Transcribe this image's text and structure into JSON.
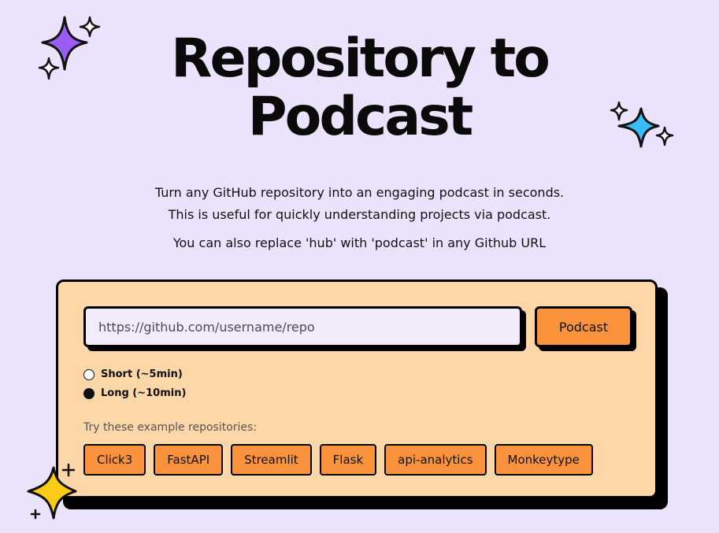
{
  "header": {
    "title_line1": "Repository to",
    "title_line2": "Podcast"
  },
  "description": {
    "line1": "Turn any GitHub repository into an engaging podcast in seconds.",
    "line2": "This is useful for quickly understanding projects via podcast.",
    "line3": "You can also replace 'hub' with 'podcast' in any Github URL"
  },
  "form": {
    "url_placeholder": "https://github.com/username/repo",
    "submit_label": "Podcast",
    "duration_options": [
      {
        "label": "Short (~5min)",
        "selected": false
      },
      {
        "label": "Long (~10min)",
        "selected": true
      }
    ]
  },
  "examples": {
    "label": "Try these example repositories:",
    "items": [
      "Click3",
      "FastAPI",
      "Streamlit",
      "Flask",
      "api-analytics",
      "Monkeytype"
    ]
  },
  "colors": {
    "background": "#ebe3fb",
    "card": "#fed7a8",
    "accent_orange": "#fb923c",
    "sparkle_purple": "#9b5cf6",
    "sparkle_blue": "#38bdf8",
    "sparkle_yellow": "#facc15"
  },
  "icons": [
    "sparkle-purple-icon",
    "sparkle-blue-icon",
    "sparkle-yellow-icon"
  ]
}
